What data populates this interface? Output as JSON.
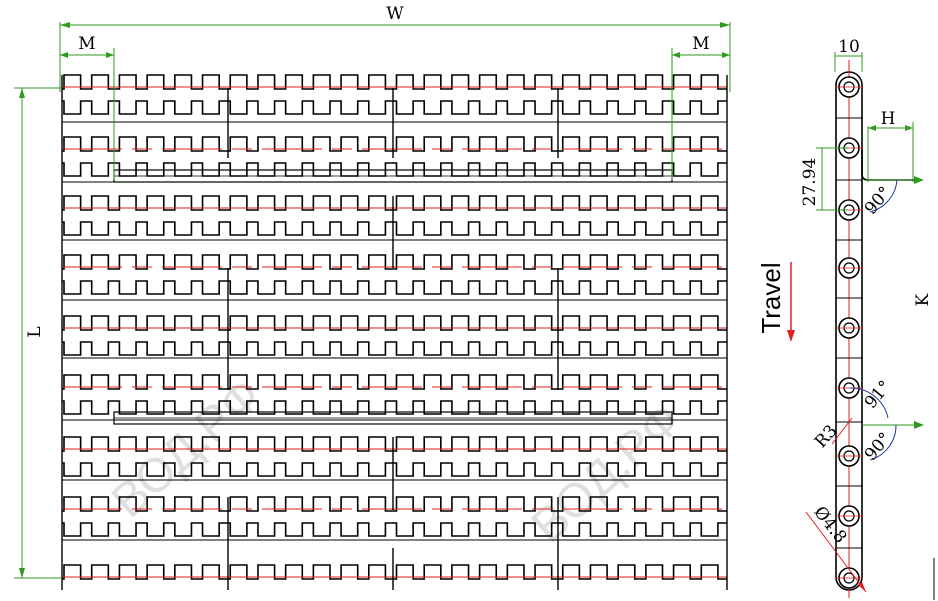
{
  "labels": {
    "width": "W",
    "module_left": "M",
    "module_right": "M",
    "length": "L",
    "thickness": "10",
    "height": "H",
    "pitch": "27.94",
    "angle_upper": "90°",
    "angle_mid": "91°",
    "angle_lower": "90°",
    "radius": "R3",
    "hole": "Ø4.8",
    "k": "K",
    "travel": "Travel"
  },
  "watermark": "ВОД.РФ",
  "colors": {
    "outline": "#000000",
    "centerline": "#e0201e",
    "dimension": "#2e9a1e",
    "arrow_blue": "#1e3aa0"
  }
}
